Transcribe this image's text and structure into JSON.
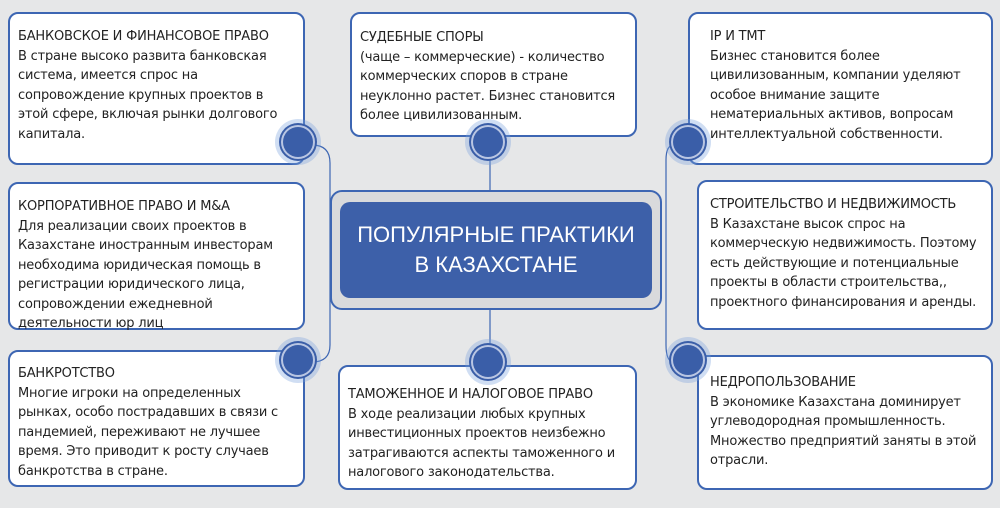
{
  "center": {
    "line1": "ПОПУЛЯРНЫЕ ПРАКТИКИ",
    "line2": "В КАЗАХСТАНЕ"
  },
  "cards": [
    {
      "title": "БАНКОВСКОЕ И ФИНАНСОВОЕ ПРАВО",
      "text": "В стране высоко развита банковская система, имеется спрос на сопровождение крупных проектов в этой сфере, включая рынки долгового капитала."
    },
    {
      "title": "КОРПОРАТИВНОЕ ПРАВО И M&A",
      "text": "Для реализации своих проектов в Казахстане иностранным инвесторам необходима юридическая помощь в регистрации юридического лица, сопровождении ежедневной деятельности юр лиц"
    },
    {
      "title": "БАНКРОТСТВО",
      "text": "Многие игроки на определенных рынках, особо пострадавших в связи с пандемией, переживают не лучшее время. Это приводит к росту случаев банкротства в стране."
    },
    {
      "title": "СУДЕБНЫЕ СПОРЫ",
      "text": "(чаще – коммерческие) - количество коммерческих споров в стране неуклонно растет. Бизнес становится более цивилизованным."
    },
    {
      "title": "ТАМОЖЕННОЕ И НАЛОГОВОЕ ПРАВО",
      "text": "В ходе реализации любых крупных инвестиционных проектов неизбежно затрагиваются аспекты таможенного и налогового законодательства."
    },
    {
      "title": "IP И ТМТ",
      "text": "Бизнес становится более цивилизованным, компании уделяют особое внимание защите нематериальных активов, вопросам интеллектуальной собственности."
    },
    {
      "title": "СТРОИТЕЛЬСТВО И НЕДВИЖИМОСТЬ",
      "text": "В Казахстане высок спрос на коммерческую недвижимость. Поэтому есть действующие и потенциальные проекты в области строительства,, проектного финансирования и аренды."
    },
    {
      "title": "НЕДРОПОЛЬЗОВАНИЕ",
      "text": "В экономике Казахстана доминирует углеводородная промышленность. Множество предприятий заняты в этой отрасли."
    }
  ]
}
